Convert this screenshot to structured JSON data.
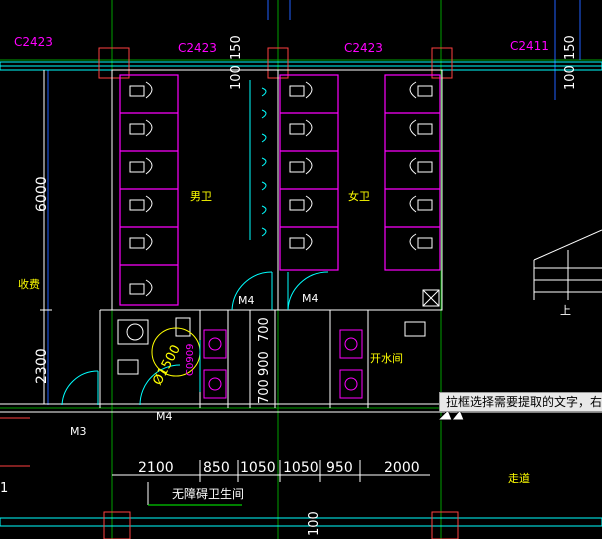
{
  "labels": {
    "window_tag_1": "C2423",
    "window_tag_2": "C2423",
    "window_tag_3": "C2423",
    "window_tag_4": "C2411",
    "dim_top_1": "100",
    "dim_top_2": "150",
    "dim_top_3": "100",
    "dim_top_4": "150",
    "dim_left_1": "6000",
    "dim_left_2": "2300",
    "mens_room": "男卫",
    "womens_room": "女卫",
    "cashier": "收费",
    "door_m4_1": "M4",
    "door_m4_2": "M4",
    "door_m4_3": "M4",
    "door_m3": "M3",
    "door_c0909": "C0909",
    "diameter": "Ø1500",
    "dim_mid_1": "700",
    "dim_mid_2": "900",
    "dim_mid_3": "700",
    "water_room": "开水间",
    "dim_bottom_1": "2100",
    "dim_bottom_2": "850",
    "dim_bottom_3": "1050",
    "dim_bottom_4": "1050",
    "dim_bottom_5": "950",
    "dim_bottom_6": "2000",
    "accessible_wc": "无障碍卫生间",
    "corridor": "走道",
    "stair_up": "上",
    "bottom_dim": "100",
    "left_edge_1": "1"
  },
  "tooltip": "拉框选择需要提取的文字，右",
  "colors": {
    "background": "#000000",
    "stall": "#ff00ff",
    "wall": "#ffffff",
    "grid": "#00ff00",
    "window": "#00ffff",
    "text": "#ffffff",
    "dimension": "#ffffff",
    "red": "#ff0000",
    "blue": "#3399ff",
    "yellow": "#ffff00"
  }
}
